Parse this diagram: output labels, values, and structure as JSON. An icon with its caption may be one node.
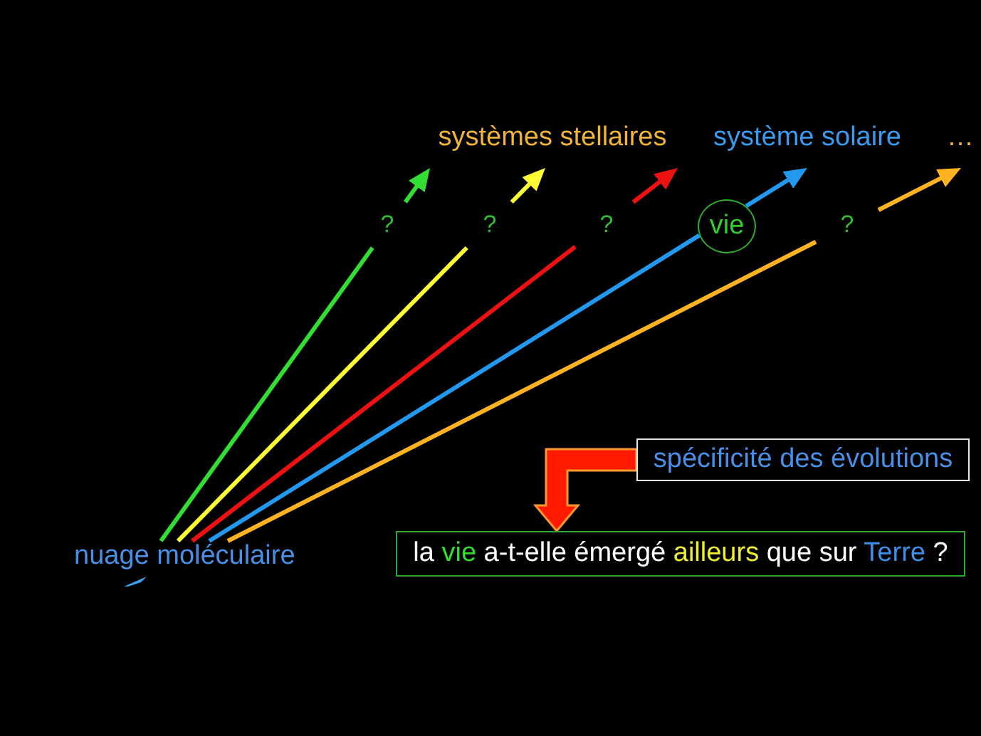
{
  "diagram": {
    "nodes": [
      {
        "text": [
          "systèmes stellaires"
        ]
      },
      {
        "text": [
          "système solaire"
        ]
      },
      {
        "text": [
          "…"
        ]
      },
      {
        "text": [
          "?"
        ]
      },
      {
        "text": [
          "?"
        ]
      },
      {
        "text": [
          "?"
        ]
      },
      {
        "text": [
          "vie"
        ]
      },
      {
        "text": [
          "?"
        ]
      },
      {
        "text": [
          "spécificité des évolutions"
        ]
      },
      {
        "text": [
          "nuage moléculaire"
        ]
      },
      {
        "text": [
          "la vie a-t-elle émergé ailleurs que sur Terre ?"
        ]
      }
    ],
    "edges": [
      {
        "from": 9,
        "to": 3,
        "arrow": "none",
        "color": "#33dd33"
      },
      {
        "from": 3,
        "to": 0,
        "arrow": "to",
        "color": "#33dd33"
      },
      {
        "from": 9,
        "to": 4,
        "arrow": "none",
        "color": "#ffff33"
      },
      {
        "from": 4,
        "to": 0,
        "arrow": "to",
        "color": "#ffff33"
      },
      {
        "from": 9,
        "to": 5,
        "arrow": "none",
        "color": "#ee1111"
      },
      {
        "from": 5,
        "to": 0,
        "arrow": "to",
        "color": "#ee1111"
      },
      {
        "from": 9,
        "to": 6,
        "arrow": "none",
        "color": "#2299ee"
      },
      {
        "from": 6,
        "to": 1,
        "arrow": "to",
        "color": "#2299ee"
      },
      {
        "from": 9,
        "to": 7,
        "arrow": "none",
        "color": "#ffb320"
      },
      {
        "from": 7,
        "to": 2,
        "arrow": "to",
        "color": "#ffb320"
      },
      {
        "from": 8,
        "to": 10,
        "arrow": "to",
        "style": "thick",
        "color": "#ff1a00"
      }
    ]
  }
}
